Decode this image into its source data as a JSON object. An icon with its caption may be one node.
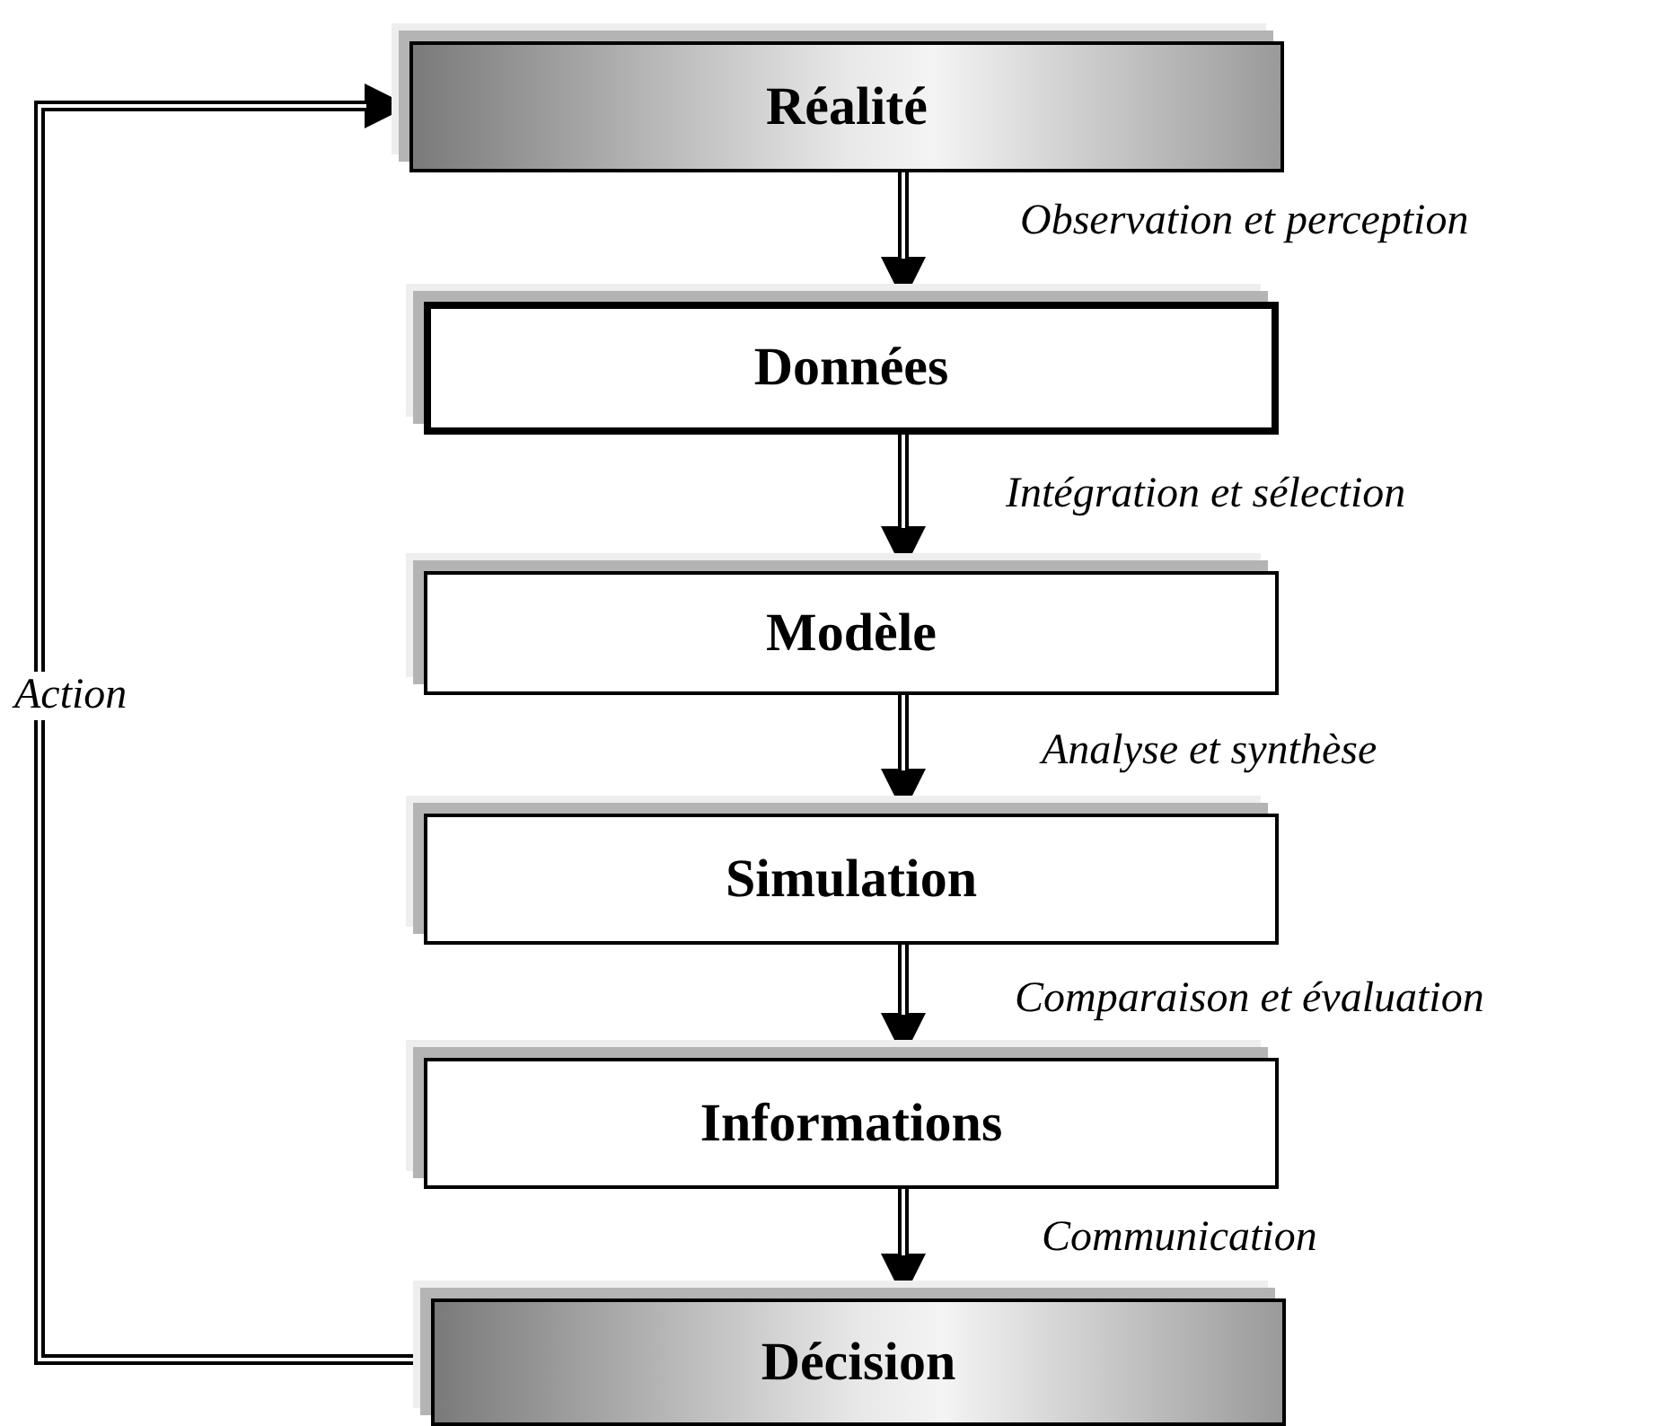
{
  "diagram": {
    "nodes": [
      {
        "text": [
          "Réalité"
        ]
      },
      {
        "text": [
          "Données"
        ]
      },
      {
        "text": [
          "Modèle"
        ]
      },
      {
        "text": [
          "Simulation"
        ]
      },
      {
        "text": [
          "Informations"
        ]
      },
      {
        "text": [
          "Décision"
        ]
      }
    ],
    "edges": [
      {
        "from": 0,
        "to": 1,
        "arrow": "to",
        "label": "Observation et perception"
      },
      {
        "from": 1,
        "to": 2,
        "arrow": "to",
        "label": "Intégration et sélection"
      },
      {
        "from": 2,
        "to": 3,
        "arrow": "to",
        "label": "Analyse et synthèse"
      },
      {
        "from": 3,
        "to": 4,
        "arrow": "to",
        "label": "Comparaison et évaluation"
      },
      {
        "from": 4,
        "to": 5,
        "arrow": "to",
        "label": "Communication"
      },
      {
        "from": 5,
        "to": 0,
        "arrow": "to",
        "label": "Action"
      }
    ]
  }
}
